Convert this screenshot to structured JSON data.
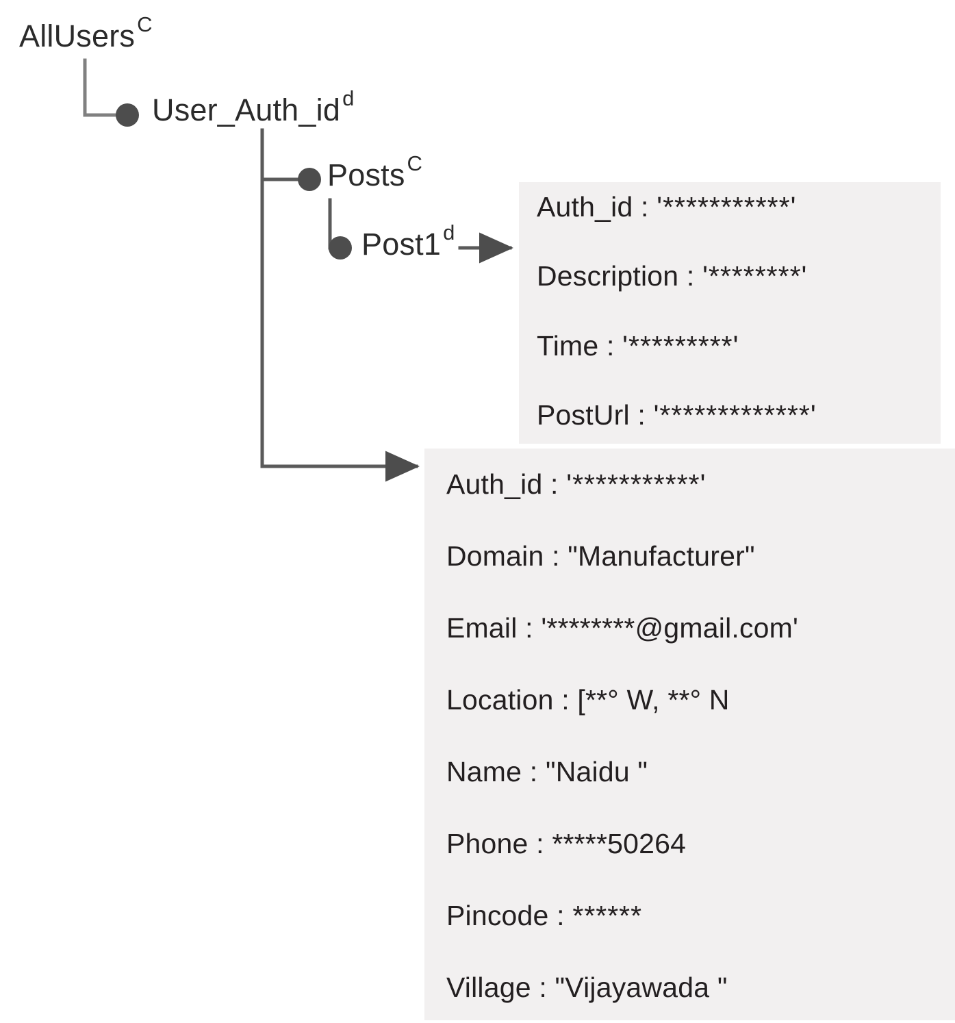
{
  "diagram": {
    "title": "Firestore user/posts data model tree",
    "panel_bg": "#f2f0f0",
    "line_color": "#4d4d4d",
    "text_color": "#231f20"
  },
  "tree": {
    "nodes": [
      {
        "id": "allusers",
        "label": "AllUsers",
        "superscript": "C"
      },
      {
        "id": "user_auth_id",
        "label": "User_Auth_id",
        "superscript": "d"
      },
      {
        "id": "posts",
        "label": "Posts",
        "superscript": "C"
      },
      {
        "id": "post1",
        "label": "Post1",
        "superscript": "d"
      }
    ]
  },
  "panels": {
    "post_document": {
      "name": "post-document-panel",
      "fields": [
        {
          "key": "Auth_id",
          "sep": " : ",
          "value": "'***********'"
        },
        {
          "key": "Description",
          "sep": " : ",
          "value": "'********'"
        },
        {
          "key": "Time",
          "sep": " : ",
          "value": "'*********'"
        },
        {
          "key": "PostUrl",
          "sep": " : ",
          "value": "'*************'"
        }
      ]
    },
    "user_document": {
      "name": "user-document-panel",
      "fields": [
        {
          "key": "Auth_id",
          "sep": " : ",
          "value": "'***********'"
        },
        {
          "key": "Domain",
          "sep": " : ",
          "value": "\"Manufacturer\""
        },
        {
          "key": "Email",
          "sep": " : ",
          "value": "'********@gmail.com'"
        },
        {
          "key": "Location",
          "sep": " : ",
          "value": "[**° W, **° N"
        },
        {
          "key": "Name",
          "sep": " : ",
          "value": "\"Naidu \""
        },
        {
          "key": "Phone",
          "sep": " : ",
          "value": "*****50264"
        },
        {
          "key": "Pincode",
          "sep": " : ",
          "value": "******"
        },
        {
          "key": "Village",
          "sep": " : ",
          "value": "\"Vijayawada \""
        }
      ]
    }
  }
}
